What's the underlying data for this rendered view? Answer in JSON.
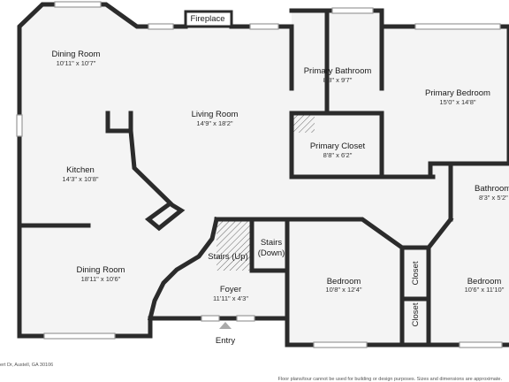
{
  "rooms": {
    "dining_room_top": {
      "name": "Dining Room",
      "dims": "10'11\" x 10'7\""
    },
    "living_room": {
      "name": "Living Room",
      "dims": "14'9\" x 18'2\""
    },
    "kitchen": {
      "name": "Kitchen",
      "dims": "14'3\" x 10'8\""
    },
    "dining_room_bottom": {
      "name": "Dining Room",
      "dims": "18'11\" x 10'6\""
    },
    "primary_bathroom": {
      "name": "Primary Bathroom",
      "dims": "8'8\" x 9'7\""
    },
    "primary_closet": {
      "name": "Primary Closet",
      "dims": "8'8\" x 6'2\""
    },
    "primary_bedroom": {
      "name": "Primary Bedroom",
      "dims": "15'0\" x 14'8\""
    },
    "bathroom": {
      "name": "Bathroom",
      "dims": "8'3\" x 5'2\""
    },
    "bedroom_middle": {
      "name": "Bedroom",
      "dims": "10'8\" x 12'4\""
    },
    "bedroom_right": {
      "name": "Bedroom",
      "dims": "10'6\" x 11'10\""
    },
    "foyer": {
      "name": "Foyer",
      "dims": "11'11\" x 4'3\""
    }
  },
  "labels": {
    "fireplace": "Fireplace",
    "stairs_up": "Stairs (Up)",
    "stairs_down_1": "Stairs",
    "stairs_down_2": "(Down)",
    "closet_upper": "Closet",
    "closet_lower": "Closet",
    "entry": "Entry"
  },
  "footer": {
    "address": "ert Dr, Austell, GA 30106",
    "disclaimer": "Floor plans/tour cannot be used for building or design purposes. Sizes and dimensions are approximate."
  }
}
